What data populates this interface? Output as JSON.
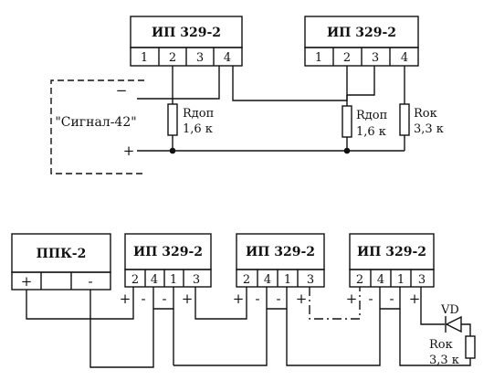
{
  "top": {
    "sensor1": {
      "title": "ИП 329-2",
      "terms": [
        "1",
        "2",
        "3",
        "4"
      ]
    },
    "sensor2": {
      "title": "ИП 329-2",
      "terms": [
        "1",
        "2",
        "3",
        "4"
      ]
    },
    "device": {
      "label": "\"Сигнал-42\"",
      "minus": "−",
      "plus": "+"
    },
    "r1": {
      "name": "Rдоп",
      "value": "1,6 к"
    },
    "r2": {
      "name": "Rдоп",
      "value": "1,6 к"
    },
    "r3": {
      "name": "Rок",
      "value": "3,3 к"
    }
  },
  "bottom": {
    "panel": {
      "title": "ППК-2",
      "plus": "+",
      "minus": "-"
    },
    "sensor1": {
      "title": "ИП 329-2",
      "terms": [
        "2",
        "4",
        "1",
        "3"
      ]
    },
    "sensor2": {
      "title": "ИП 329-2",
      "terms": [
        "2",
        "4",
        "1",
        "3"
      ]
    },
    "sensor3": {
      "title": "ИП 329-2",
      "terms": [
        "2",
        "4",
        "1",
        "3"
      ]
    },
    "pol": [
      "+",
      "-",
      "-",
      "+"
    ],
    "diode": {
      "name": "VD"
    },
    "rok": {
      "name": "Rок",
      "value": "3,3 к"
    }
  }
}
